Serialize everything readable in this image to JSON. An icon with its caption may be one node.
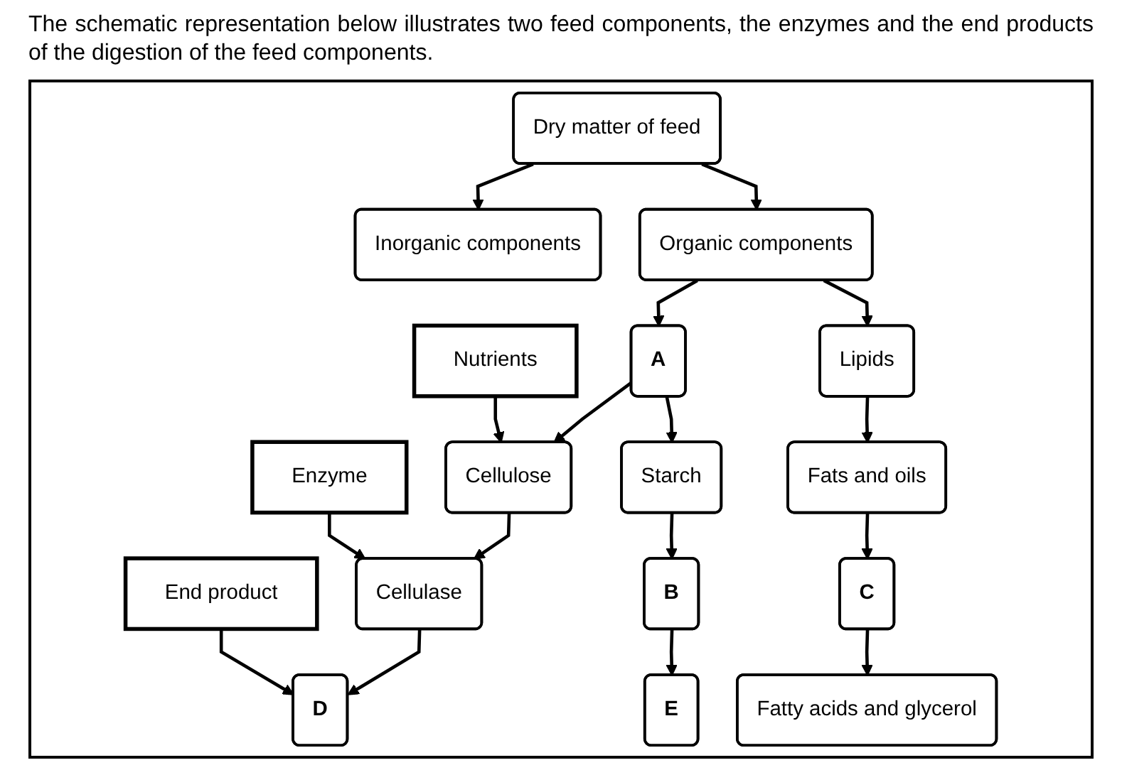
{
  "diagram": {
    "title": "The schematic representation below illustrates two feed components, the enzymes and the end products of the digestion of the feed components.",
    "nodes": [
      {
        "text": [
          "Dry matter of feed"
        ]
      },
      {
        "text": [
          "Inorganic components"
        ]
      },
      {
        "text": [
          "Organic components"
        ]
      },
      {
        "text": [
          "A"
        ]
      },
      {
        "text": [
          "Lipids"
        ]
      },
      {
        "text": [
          "Nutrients"
        ]
      },
      {
        "text": [
          "Cellulose"
        ]
      },
      {
        "text": [
          "Starch"
        ]
      },
      {
        "text": [
          "Fats and oils"
        ]
      },
      {
        "text": [
          "Enzyme"
        ]
      },
      {
        "text": [
          "Cellulase"
        ]
      },
      {
        "text": [
          "B"
        ]
      },
      {
        "text": [
          "C"
        ]
      },
      {
        "text": [
          "End product"
        ]
      },
      {
        "text": [
          "D"
        ]
      },
      {
        "text": [
          "E"
        ]
      },
      {
        "text": [
          "Fatty acids and glycerol"
        ]
      }
    ],
    "edges": [
      {
        "from": 0,
        "to": 1,
        "arrow": "to"
      },
      {
        "from": 0,
        "to": 2,
        "arrow": "to"
      },
      {
        "from": 2,
        "to": 3,
        "arrow": "to"
      },
      {
        "from": 2,
        "to": 4,
        "arrow": "to"
      },
      {
        "from": 3,
        "to": 6,
        "arrow": "to"
      },
      {
        "from": 3,
        "to": 7,
        "arrow": "to"
      },
      {
        "from": 4,
        "to": 8,
        "arrow": "to"
      },
      {
        "from": 5,
        "to": 6,
        "arrow": "to"
      },
      {
        "from": 6,
        "to": 10,
        "arrow": "to"
      },
      {
        "from": 7,
        "to": 11,
        "arrow": "to"
      },
      {
        "from": 8,
        "to": 12,
        "arrow": "to"
      },
      {
        "from": 9,
        "to": 10,
        "arrow": "to"
      },
      {
        "from": 10,
        "to": 14,
        "arrow": "to"
      },
      {
        "from": 11,
        "to": 15,
        "arrow": "to"
      },
      {
        "from": 12,
        "to": 16,
        "arrow": "to"
      },
      {
        "from": 13,
        "to": 14,
        "arrow": "to"
      }
    ]
  }
}
